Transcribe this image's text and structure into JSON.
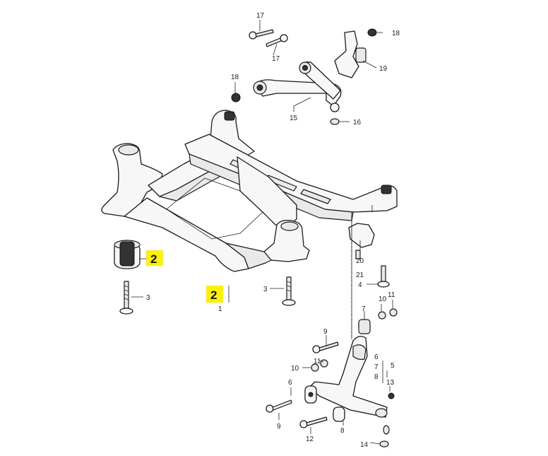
{
  "callouts": {
    "n1": "1",
    "n2": "2",
    "n3a": "3",
    "n3b": "3",
    "n4": "4",
    "n5": "5",
    "n6a": "6",
    "n6b": "6",
    "n7a": "7",
    "n7b": "7",
    "n8a": "8",
    "n8b": "8",
    "n9a": "9",
    "n9b": "9",
    "n10a": "10",
    "n10b": "10",
    "n11a": "11",
    "n11b": "11",
    "n12": "12",
    "n13": "13",
    "n14": "14",
    "n15": "15",
    "n16": "16",
    "n17a": "17",
    "n17b": "17",
    "n18a": "18",
    "n18b": "18",
    "n19": "19",
    "n20": "20",
    "n21": "21"
  },
  "highlights": {
    "h1": "2",
    "h2": "2"
  },
  "colors": {
    "highlight": "#fff200",
    "line": "#1a1a1a"
  }
}
